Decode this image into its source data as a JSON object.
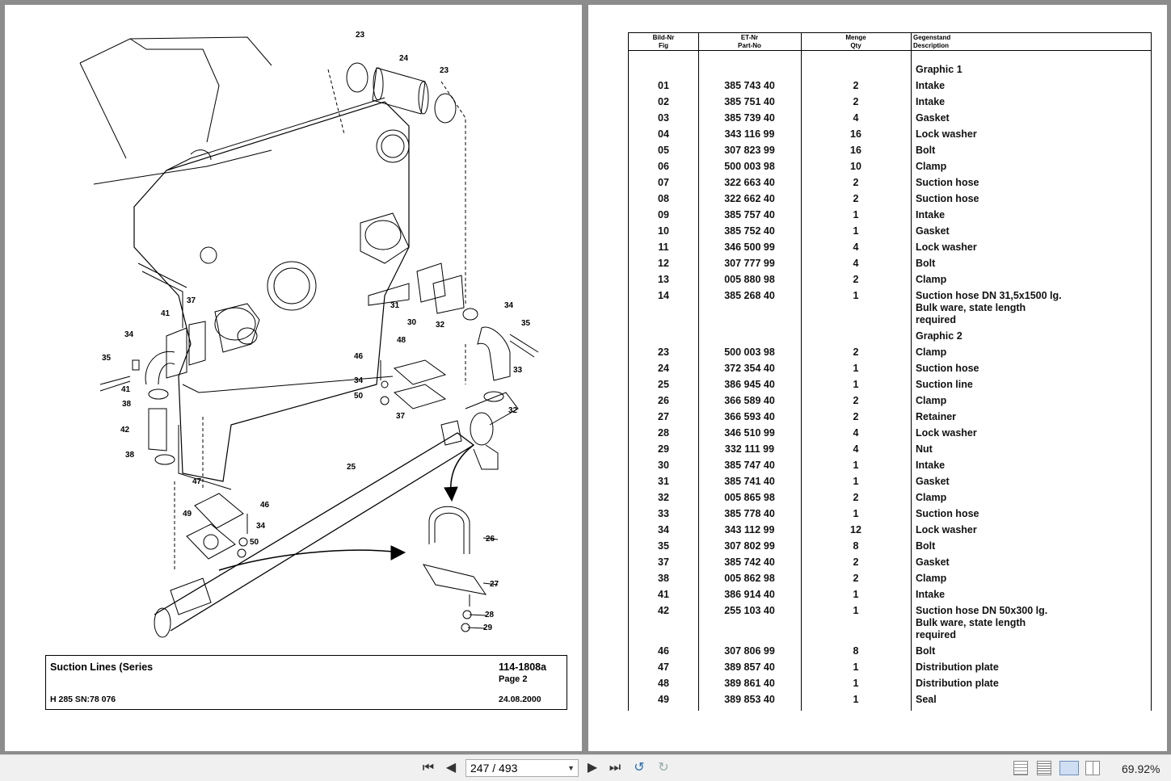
{
  "left_page": {
    "callouts": [
      "23",
      "24",
      "23",
      "41",
      "37",
      "34",
      "35",
      "41",
      "38",
      "42",
      "38",
      "31",
      "30",
      "32",
      "34",
      "35",
      "46",
      "48",
      "34",
      "50",
      "37",
      "33",
      "32",
      "25",
      "47",
      "49",
      "46",
      "34",
      "50",
      "26",
      "27",
      "28",
      "29"
    ],
    "title_block": {
      "title": "Suction Lines (Series",
      "doc_no": "114-1808a",
      "page": "Page 2",
      "model": "H 285 SN:78 076",
      "date": "24.08.2000"
    }
  },
  "table": {
    "headers": {
      "fig_de": "Bild-Nr",
      "fig_en": "Fig",
      "part_de": "ET-Nr",
      "part_en": "Part-No",
      "qty_de": "Menge",
      "qty_en": "Qty",
      "desc_de": "Gegenstand",
      "desc_en": "Description"
    },
    "rows": [
      {
        "fig": "",
        "part": "",
        "qty": "",
        "desc": "Graphic 1"
      },
      {
        "fig": "01",
        "part": "385 743 40",
        "qty": "2",
        "desc": "Intake"
      },
      {
        "fig": "02",
        "part": "385 751 40",
        "qty": "2",
        "desc": "Intake"
      },
      {
        "fig": "03",
        "part": "385 739 40",
        "qty": "4",
        "desc": "Gasket"
      },
      {
        "fig": "04",
        "part": "343 116 99",
        "qty": "16",
        "desc": "Lock washer"
      },
      {
        "fig": "05",
        "part": "307 823 99",
        "qty": "16",
        "desc": "Bolt"
      },
      {
        "fig": "06",
        "part": "500 003 98",
        "qty": "10",
        "desc": "Clamp"
      },
      {
        "fig": "07",
        "part": "322 663 40",
        "qty": "2",
        "desc": "Suction hose"
      },
      {
        "fig": "08",
        "part": "322 662 40",
        "qty": "2",
        "desc": "Suction hose"
      },
      {
        "fig": "09",
        "part": "385 757 40",
        "qty": "1",
        "desc": "Intake"
      },
      {
        "fig": "10",
        "part": "385 752 40",
        "qty": "1",
        "desc": "Gasket"
      },
      {
        "fig": "11",
        "part": "346 500 99",
        "qty": "4",
        "desc": "Lock washer"
      },
      {
        "fig": "12",
        "part": "307 777 99",
        "qty": "4",
        "desc": "Bolt"
      },
      {
        "fig": "13",
        "part": "005 880 98",
        "qty": "2",
        "desc": "Clamp"
      },
      {
        "fig": "14",
        "part": "385 268 40",
        "qty": "1",
        "desc": "Suction hose DN 31,5x1500 lg."
      },
      {
        "fig": "",
        "part": "",
        "qty": "",
        "desc": "Bulk ware, state length"
      },
      {
        "fig": "",
        "part": "",
        "qty": "",
        "desc": "required"
      },
      {
        "fig": "",
        "part": "",
        "qty": "",
        "desc": "Graphic 2"
      },
      {
        "fig": "23",
        "part": "500 003 98",
        "qty": "2",
        "desc": "Clamp"
      },
      {
        "fig": "24",
        "part": "372 354 40",
        "qty": "1",
        "desc": "Suction hose"
      },
      {
        "fig": "25",
        "part": "386 945 40",
        "qty": "1",
        "desc": "Suction line"
      },
      {
        "fig": "26",
        "part": "366 589 40",
        "qty": "2",
        "desc": "Clamp"
      },
      {
        "fig": "27",
        "part": "366 593 40",
        "qty": "2",
        "desc": "Retainer"
      },
      {
        "fig": "28",
        "part": "346 510 99",
        "qty": "4",
        "desc": "Lock washer"
      },
      {
        "fig": "29",
        "part": "332 111 99",
        "qty": "4",
        "desc": "Nut"
      },
      {
        "fig": "30",
        "part": "385 747 40",
        "qty": "1",
        "desc": "Intake"
      },
      {
        "fig": "31",
        "part": "385 741 40",
        "qty": "1",
        "desc": "Gasket"
      },
      {
        "fig": "32",
        "part": "005 865 98",
        "qty": "2",
        "desc": "Clamp"
      },
      {
        "fig": "33",
        "part": "385 778 40",
        "qty": "1",
        "desc": "Suction hose"
      },
      {
        "fig": "34",
        "part": "343 112 99",
        "qty": "12",
        "desc": "Lock washer"
      },
      {
        "fig": "35",
        "part": "307 802 99",
        "qty": "8",
        "desc": "Bolt"
      },
      {
        "fig": "37",
        "part": "385 742 40",
        "qty": "2",
        "desc": "Gasket"
      },
      {
        "fig": "38",
        "part": "005 862 98",
        "qty": "2",
        "desc": "Clamp"
      },
      {
        "fig": "41",
        "part": "386 914 40",
        "qty": "1",
        "desc": "Intake"
      },
      {
        "fig": "42",
        "part": "255 103 40",
        "qty": "1",
        "desc": "Suction hose DN 50x300 lg."
      },
      {
        "fig": "",
        "part": "",
        "qty": "",
        "desc": "Bulk ware, state length"
      },
      {
        "fig": "",
        "part": "",
        "qty": "",
        "desc": "required"
      },
      {
        "fig": "46",
        "part": "307 806 99",
        "qty": "8",
        "desc": "Bolt"
      },
      {
        "fig": "47",
        "part": "389 857 40",
        "qty": "1",
        "desc": "Distribution plate"
      },
      {
        "fig": "48",
        "part": "389 861 40",
        "qty": "1",
        "desc": "Distribution plate"
      },
      {
        "fig": "49",
        "part": "389 853 40",
        "qty": "1",
        "desc": "Seal"
      }
    ]
  },
  "toolbar": {
    "page_indicator": "247 / 493",
    "zoom": "69.92%",
    "icons": [
      "first-page-icon",
      "prev-page-icon",
      "next-page-icon",
      "last-page-icon",
      "go-back-icon",
      "go-forward-icon",
      "single-page-icon",
      "continuous-icon",
      "two-page-icon",
      "two-page-continuous-icon"
    ]
  }
}
